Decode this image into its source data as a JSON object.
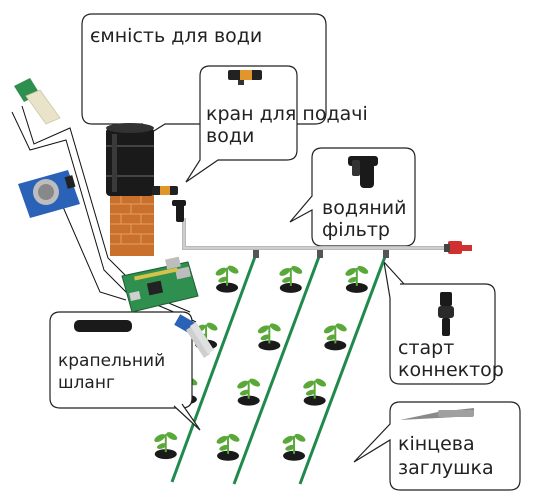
{
  "callouts": {
    "tank": "ємність для води",
    "tap_line1": "кран для подачі",
    "tap_line2": "води",
    "filter_line1": "водяний",
    "filter_line2": "фільтр",
    "drip_line1": "крапельний",
    "drip_line2": "шланг",
    "connector_line1": "старт",
    "connector_line2": "коннектор",
    "endcap_line1": "кінцева",
    "endcap_line2": "заглушка"
  },
  "colors": {
    "drip_hose": "#1f8a4c",
    "main_pipe": "#b9b9b9",
    "brick": "#c8702c",
    "tank": "#1a1a1a",
    "pcb": "#2f8f4e",
    "plant": "#5aa83a",
    "valve": "#d03030"
  },
  "icons": [
    "tank-icon",
    "tap-icon",
    "filter-icon",
    "connector-icon",
    "endcap-icon",
    "drip-hose-icon",
    "board-icon",
    "gas-sensor-icon",
    "camera-module-icon",
    "soil-sensor-icon",
    "plant-icon"
  ]
}
